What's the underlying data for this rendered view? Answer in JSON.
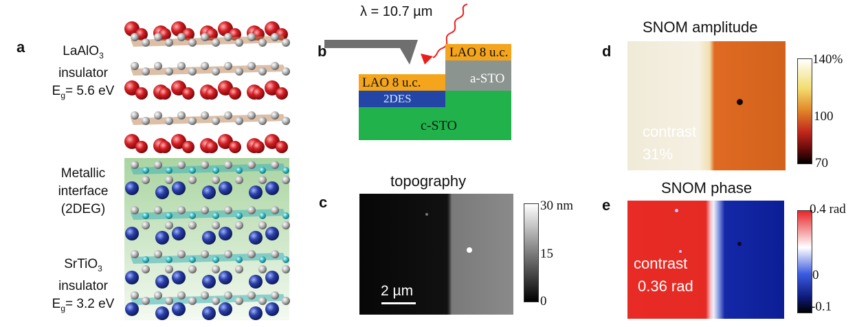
{
  "panel_a": {
    "label": "a",
    "top_name": "LaAlO",
    "top_sub": "3",
    "top_kind": "insulator",
    "top_gap_prefix": "E",
    "top_gap_sub": "g",
    "top_gap_value": "= 5.6 eV",
    "mid_line1": "Metallic",
    "mid_line2": "interface",
    "mid_line3": "(2DEG)",
    "bot_name": "SrTiO",
    "bot_sub": "3",
    "bot_kind": "insulator",
    "bot_gap_prefix": "E",
    "bot_gap_sub": "g",
    "bot_gap_value": "= 3.2 eV"
  },
  "panel_b": {
    "label": "b",
    "wavelength": "λ = 10.7 µm",
    "lao_left": "LAO 8 u.c.",
    "lao_right": "LAO 8 u.c.",
    "twodes": "2DES",
    "a_sto": "a-STO",
    "c_sto": "c-STO"
  },
  "panel_c": {
    "label": "c",
    "title": "topography",
    "scalebar": "2 µm",
    "cb_max": "30 nm",
    "cb_mid": "15",
    "cb_min": "0"
  },
  "panel_d": {
    "label": "d",
    "title": "SNOM amplitude",
    "contrast_line1": "contrast",
    "contrast_line2": "31%",
    "cb_max": "140%",
    "cb_mid": "100",
    "cb_min": "70"
  },
  "panel_e": {
    "label": "e",
    "title": "SNOM phase",
    "contrast_line1": "contrast",
    "contrast_line2": "0.36 rad",
    "cb_max": "0.4 rad",
    "cb_mid": "0",
    "cb_min": "-0.1"
  }
}
